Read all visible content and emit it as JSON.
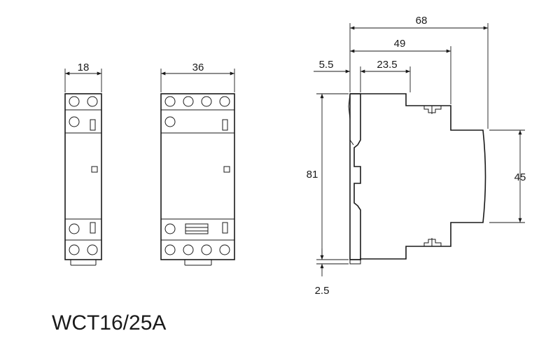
{
  "model": "WCT16/25A",
  "dimensions": {
    "width_1p": "18",
    "width_2p": "36",
    "depth_total": "68",
    "depth_mid": "49",
    "depth_front": "23.5",
    "rail_offset": "5.5",
    "height": "81",
    "front_height": "45",
    "clip_offset": "2.5"
  }
}
